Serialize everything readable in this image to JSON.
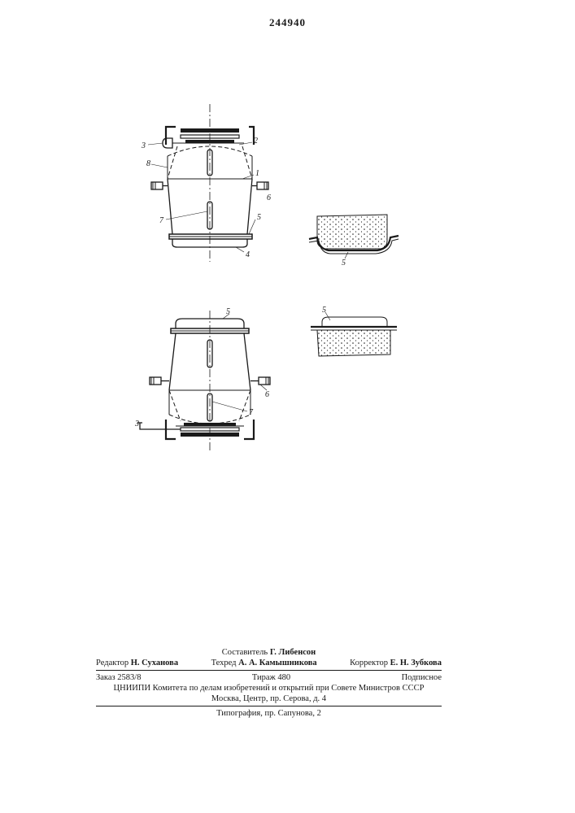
{
  "patent_number": "244940",
  "figure_labels": {
    "cover_ring": "3",
    "insert": "2",
    "cone": "8",
    "body": "1",
    "handle": "6",
    "viewport": "7",
    "flange": "5",
    "bottom": "4",
    "sample_upper": "5",
    "sample_lower": "5",
    "fig2_flange": "5",
    "fig2_handle": "6",
    "fig2_viewport": "7",
    "fig2_ring": "3"
  },
  "imprint": {
    "compiler_label": "Составитель",
    "compiler_name": "Г. Либенсон",
    "editor_label": "Редактор",
    "editor_name": "Н. Суханова",
    "techred_label": "Техред",
    "techred_name": "А. А. Камышникова",
    "corrector_label": "Корректор",
    "corrector_name": "Е. Н. Зубкова",
    "order": "Заказ  2583/8",
    "circulation": "Тираж 480",
    "subscription": "Подписное",
    "institute": "ЦНИИПИ Комитета по делам изобретений и открытий при Совете Министров СССР",
    "address": "Москва, Центр, пр. Серова, д. 4",
    "printing": "Типография, пр. Сапунова, 2"
  }
}
